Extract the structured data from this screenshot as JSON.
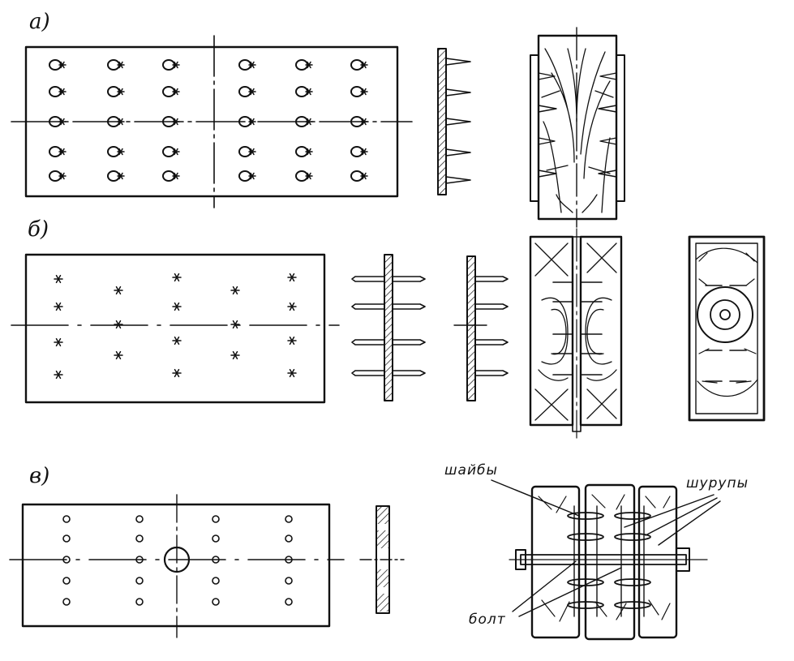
{
  "figure": {
    "panel_labels": [
      "а)",
      "б)",
      "в)"
    ],
    "callouts": {
      "washers": "шайбы",
      "screws": "шурупы",
      "bolt": "болт"
    },
    "colors": {
      "ink": "#111111",
      "paper": "#ffffff"
    },
    "icons": {
      "spike_hole": "spike-hole-icon",
      "nail_hole": "star-nail-hole-icon",
      "screw_hole": "screw-hole-icon",
      "bolt_hole": "bolt-hole-icon"
    }
  }
}
